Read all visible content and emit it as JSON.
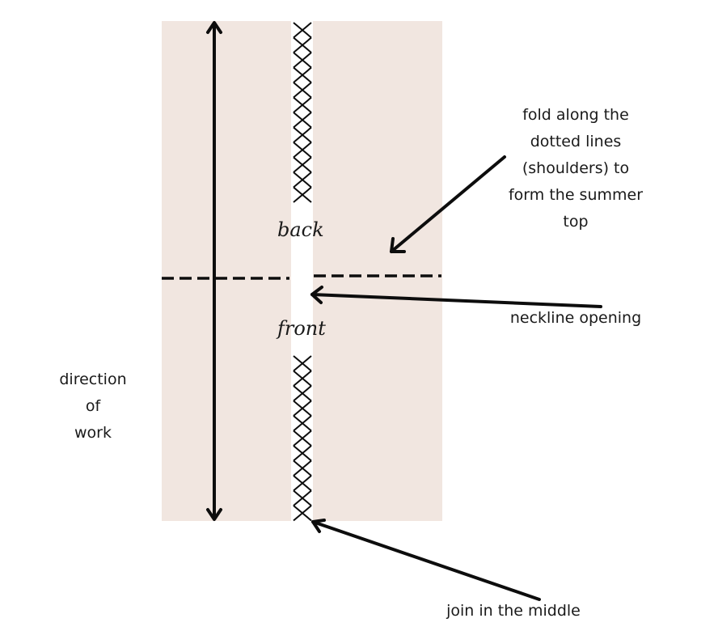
{
  "colors": {
    "fabric": "#f1e6e0",
    "ink": "#0d0d0d",
    "background": "#ffffff"
  },
  "labels": {
    "back": "back",
    "front": "front",
    "fold_lines": [
      "fold along the",
      "dotted lines",
      "(shoulders) to",
      "form the summer",
      "top"
    ],
    "neckline": "neckline opening",
    "direction": [
      "direction",
      "of",
      "work"
    ],
    "join": "join in the middle"
  },
  "icons": {
    "seam_stitch": "cross-stitch-icon",
    "arrow": "arrow-icon"
  }
}
